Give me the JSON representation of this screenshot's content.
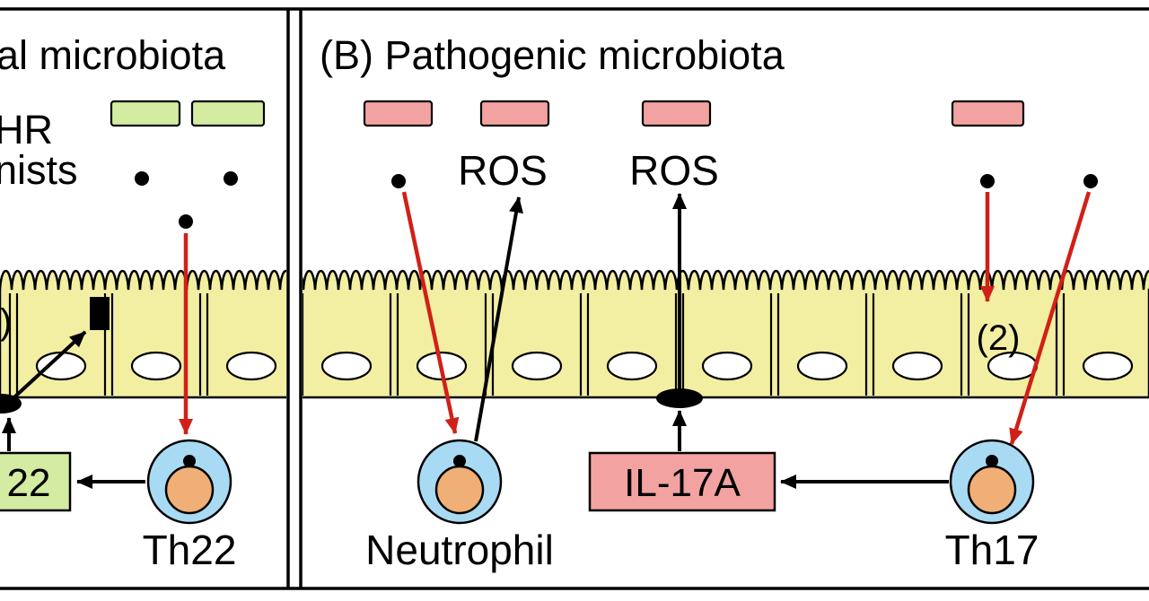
{
  "panel_a": {
    "title": "al microbiota",
    "agonist_line1": "HR",
    "agonist_line2": "nists",
    "paren_annotation": ")",
    "cytokine_box_label": "22",
    "cell_label": "Th22"
  },
  "panel_b": {
    "title": "(B) Pathogenic microbiota",
    "ros_left": "ROS",
    "ros_right": "ROS",
    "annotation_2": "(2)",
    "cytokine_box_label": "IL-17A",
    "neutrophil_label": "Neutrophil",
    "cell_label": "Th17"
  },
  "colors": {
    "commensal_green": "#d4eba2",
    "pathogen_pink": "#f2a3a1",
    "epithelium_yellow": "#f2efa2",
    "immune_cell_blue": "#a8daf3",
    "immune_cell_core": "#f0af76",
    "arrow_red": "#d02018",
    "line_black": "#000000",
    "background": "#ffffff"
  }
}
